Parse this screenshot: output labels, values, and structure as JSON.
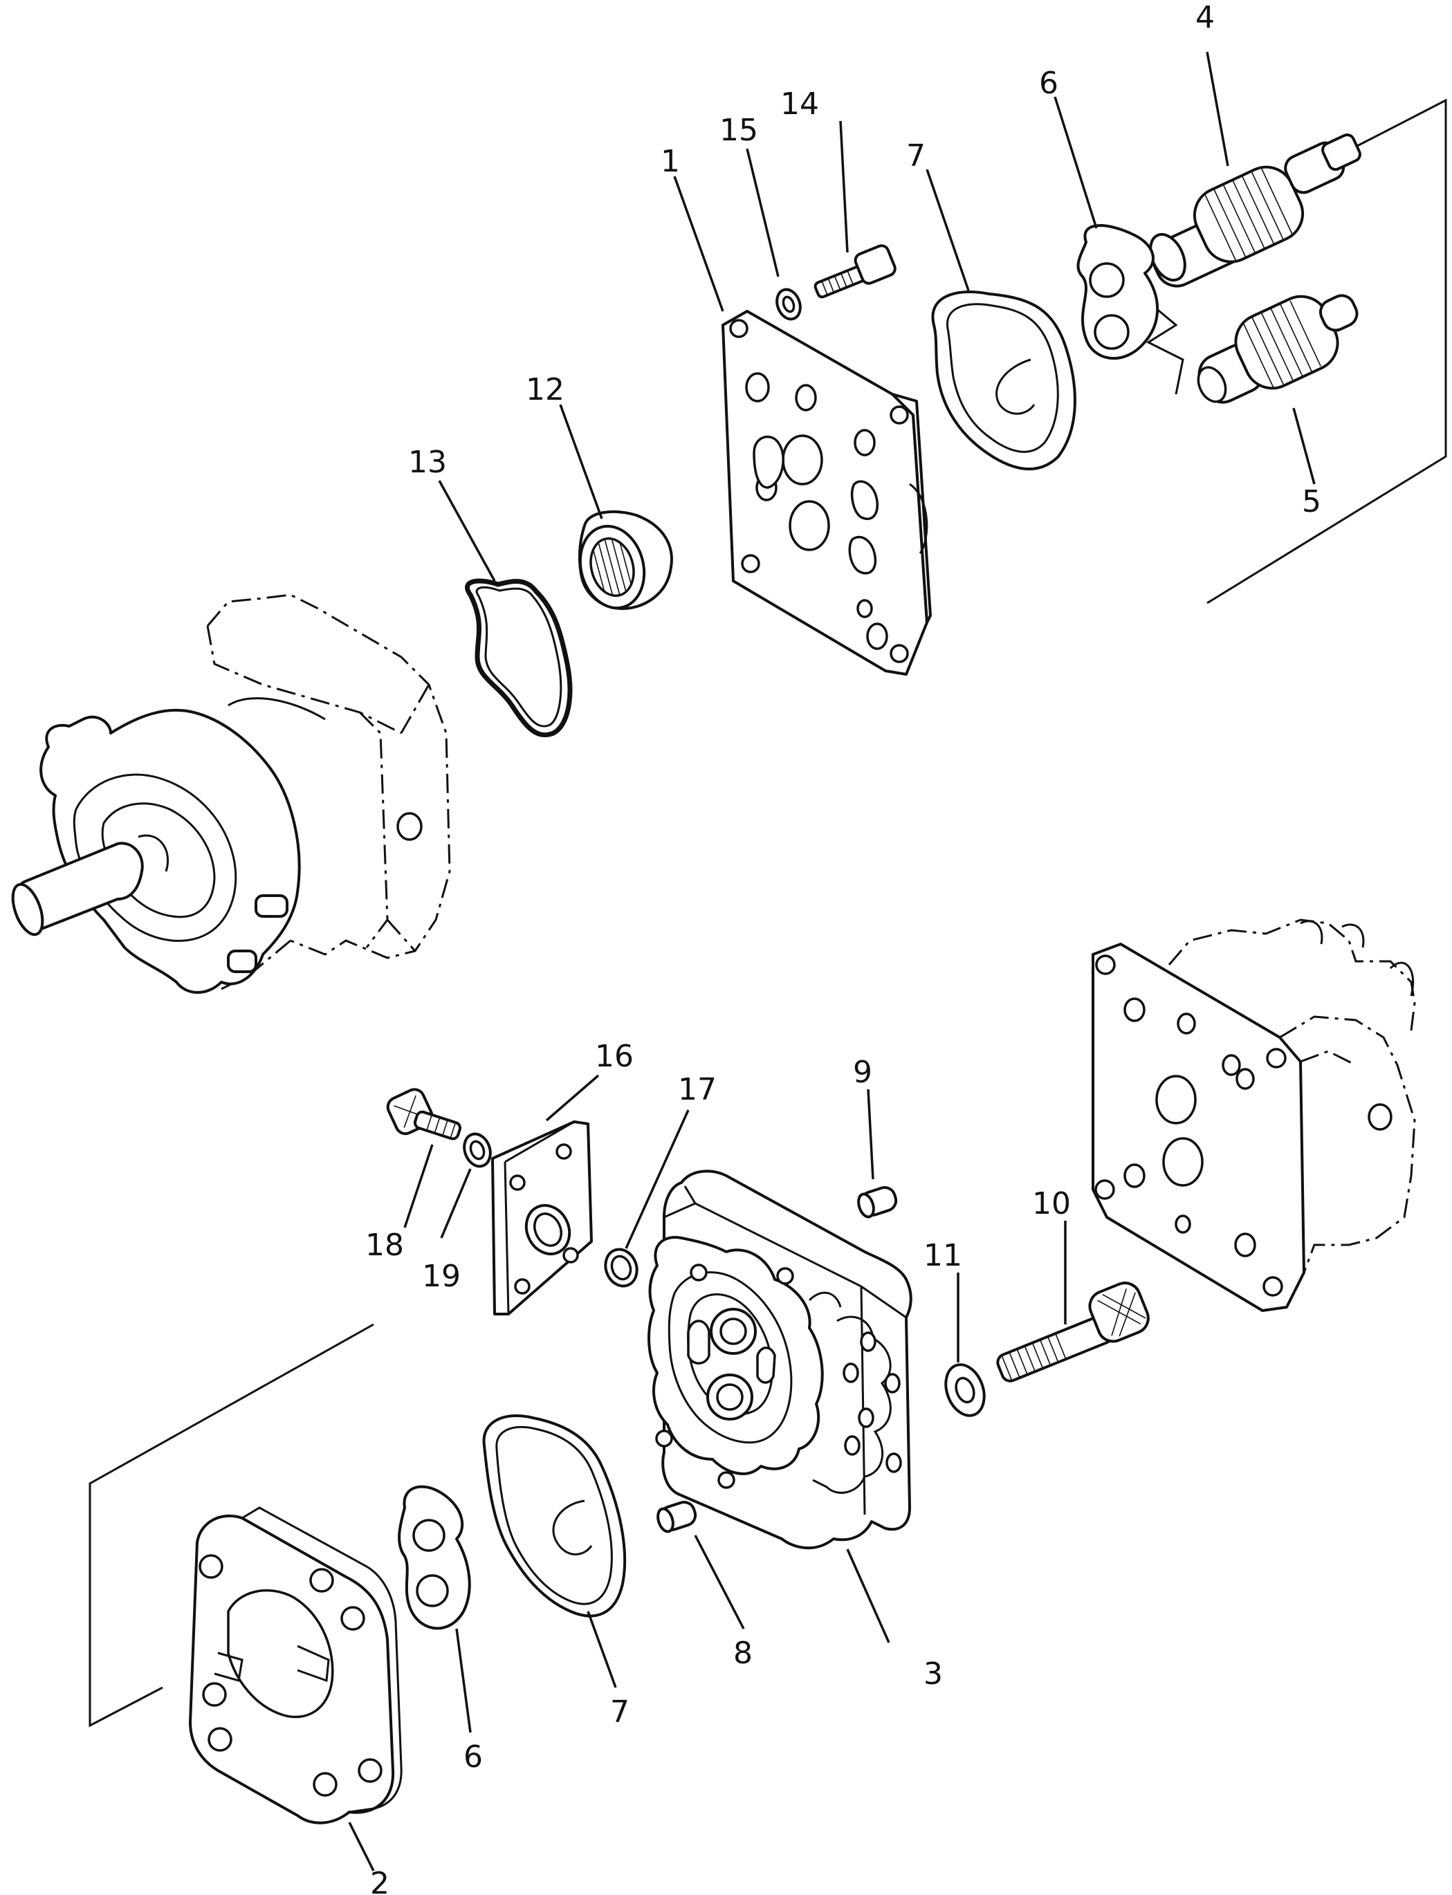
{
  "callouts": {
    "c1": "1",
    "c2": "2",
    "c3": "3",
    "c4": "4",
    "c5": "5",
    "c6_top": "6",
    "c6_bottom": "6",
    "c7_top": "7",
    "c7_bottom": "7",
    "c8": "8",
    "c9": "9",
    "c10": "10",
    "c11": "11",
    "c12": "12",
    "c13": "13",
    "c14": "14",
    "c15": "15",
    "c16": "16",
    "c17": "17",
    "c18": "18",
    "c19": "19"
  },
  "colors": {
    "line": "#111111",
    "background": "#ffffff"
  }
}
